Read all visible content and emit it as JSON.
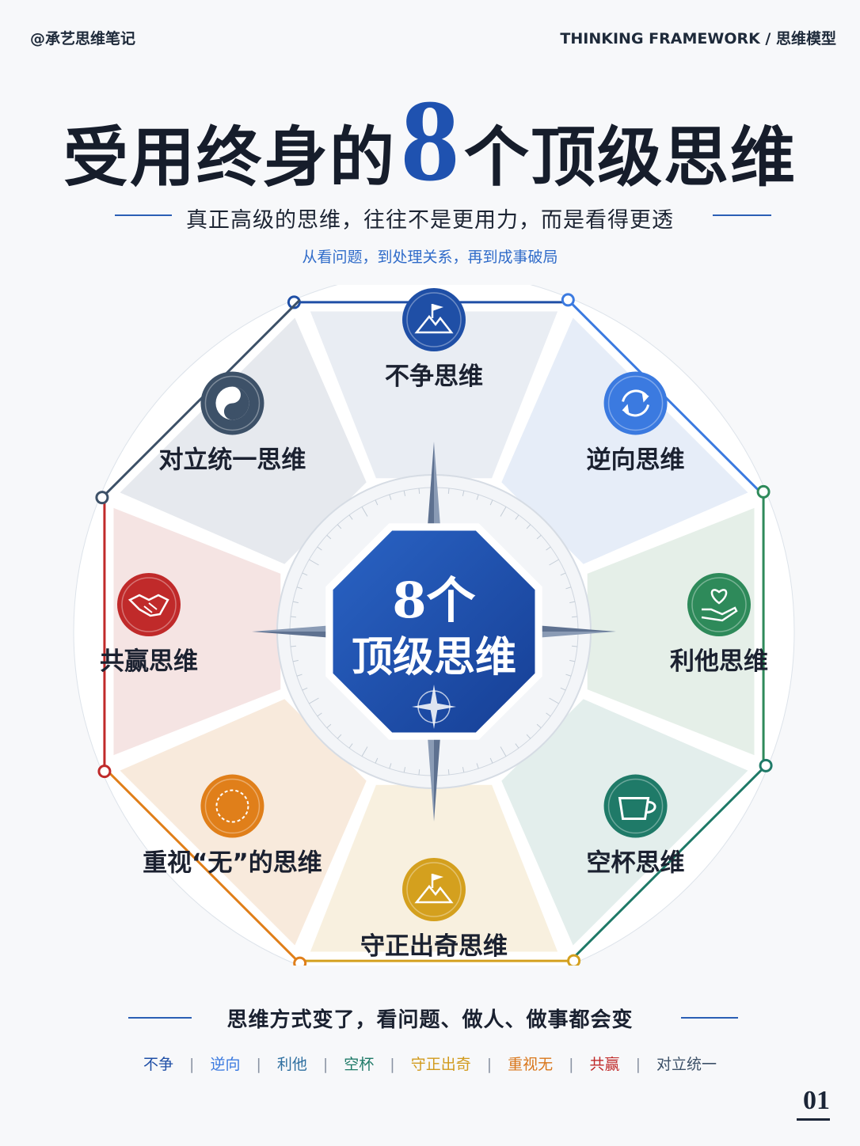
{
  "header": {
    "brand": "@承艺思维笔记",
    "framework": "THINKING FRAMEWORK / 思维模型"
  },
  "title": {
    "pre": "受用终身的",
    "number": "8",
    "post": "个顶级思维"
  },
  "subtitle": "真正高级的思维，往往不是更用力，而是看得更透",
  "tagline": "从看问题，到处理关系，再到成事破局",
  "center": {
    "line1": "8个",
    "line2": "顶级思维"
  },
  "segments": [
    {
      "label": "不争思维",
      "icon": "summit-flag-icon",
      "color": "#1f4fa6",
      "fill": "#e9edf3"
    },
    {
      "label": "逆向思维",
      "icon": "reverse-arrows-icon",
      "color": "#3b7ae0",
      "fill": "#e6edf8"
    },
    {
      "label": "利他思维",
      "icon": "heart-hand-icon",
      "color": "#2e8a5a",
      "fill": "#e5efe8"
    },
    {
      "label": "空杯思维",
      "icon": "cup-icon",
      "color": "#1f7a68",
      "fill": "#e3eeec"
    },
    {
      "label": "守正出奇思维",
      "icon": "summit-flag-icon",
      "color": "#d4a01e",
      "fill": "#f8f0df"
    },
    {
      "label": "重视“无”的思维",
      "icon": "dashed-circle-icon",
      "color": "#e07f1a",
      "fill": "#f8eadc"
    },
    {
      "label": "共赢思维",
      "icon": "handshake-icon",
      "color": "#c02a2a",
      "fill": "#f5e4e3"
    },
    {
      "label": "对立统一思维",
      "icon": "yin-yang-icon",
      "color": "#3d5168",
      "fill": "#e6e9ee"
    }
  ],
  "footer": {
    "text": "思维方式变了，看问题、做人、做事都会变",
    "keywords": [
      {
        "label": "不争",
        "color": "#1f4fa6"
      },
      {
        "label": "逆向",
        "color": "#3b7ae0"
      },
      {
        "label": "利他",
        "color": "#2e6fa0"
      },
      {
        "label": "空杯",
        "color": "#1f7a68"
      },
      {
        "label": "守正出奇",
        "color": "#d19a1c"
      },
      {
        "label": "重视无",
        "color": "#d9761a"
      },
      {
        "label": "共赢",
        "color": "#c02a2a"
      },
      {
        "label": "对立统一",
        "color": "#3d5168"
      }
    ],
    "separator": "|",
    "page": "01"
  }
}
